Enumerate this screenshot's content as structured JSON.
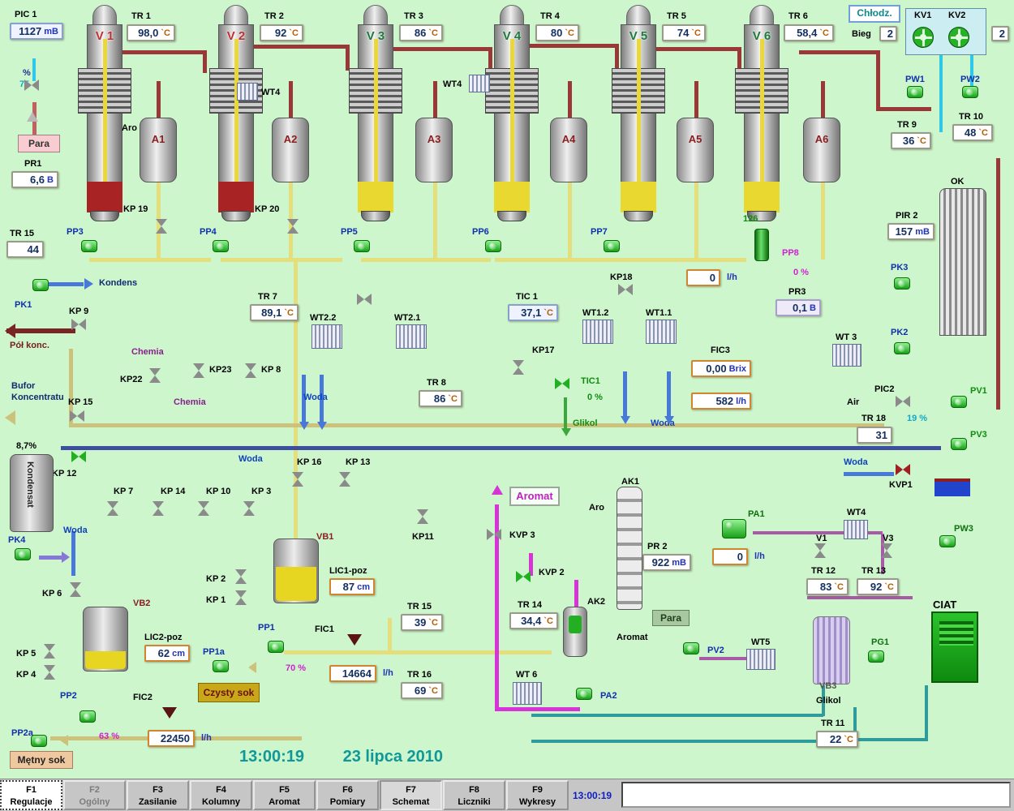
{
  "columns": [
    {
      "id": "V 1",
      "tr_label": "TR 1",
      "tr_value": "98,0",
      "tr_unit": "`C"
    },
    {
      "id": "V 2",
      "tr_label": "TR 2",
      "tr_value": "92",
      "tr_unit": "`C"
    },
    {
      "id": "V 3",
      "tr_label": "TR 3",
      "tr_value": "86",
      "tr_unit": "`C"
    },
    {
      "id": "V 4",
      "tr_label": "TR 4",
      "tr_value": "80",
      "tr_unit": "`C"
    },
    {
      "id": "V 5",
      "tr_label": "TR 5",
      "tr_value": "74",
      "tr_unit": "`C"
    },
    {
      "id": "V 6",
      "tr_label": "TR 6",
      "tr_value": "58,4",
      "tr_unit": "`C"
    }
  ],
  "separators": [
    {
      "id": "A1"
    },
    {
      "id": "A2"
    },
    {
      "id": "A3"
    },
    {
      "id": "A4"
    },
    {
      "id": "A5"
    },
    {
      "id": "A6"
    }
  ],
  "pumps": [
    {
      "id": "PP3"
    },
    {
      "id": "PP4"
    },
    {
      "id": "PP5"
    },
    {
      "id": "PP6"
    },
    {
      "id": "PP7"
    },
    {
      "id": "PP8"
    },
    {
      "id": "PK1"
    },
    {
      "id": "PK2"
    },
    {
      "id": "PK3"
    },
    {
      "id": "PK4"
    },
    {
      "id": "PP1"
    },
    {
      "id": "PP1a"
    },
    {
      "id": "PP2"
    },
    {
      "id": "PP2a"
    },
    {
      "id": "PA1"
    },
    {
      "id": "PA2"
    },
    {
      "id": "PV1"
    },
    {
      "id": "PV2"
    },
    {
      "id": "PV3"
    },
    {
      "id": "PW1"
    },
    {
      "id": "PW2"
    },
    {
      "id": "PW3"
    },
    {
      "id": "PG1"
    }
  ],
  "valves": [
    {
      "id": "KP  19"
    },
    {
      "id": "KP  20"
    },
    {
      "id": "KP 9"
    },
    {
      "id": "KP 15"
    },
    {
      "id": "KP 12"
    },
    {
      "id": "KP 7"
    },
    {
      "id": "KP 14"
    },
    {
      "id": "KP 10"
    },
    {
      "id": "KP 3"
    },
    {
      "id": "KP 16"
    },
    {
      "id": "KP 13"
    },
    {
      "id": "KP11"
    },
    {
      "id": "KP 6"
    },
    {
      "id": "KP 2"
    },
    {
      "id": "KP 1"
    },
    {
      "id": "KP 5"
    },
    {
      "id": "KP 4"
    },
    {
      "id": "KP22"
    },
    {
      "id": "KP23"
    },
    {
      "id": "KP 8"
    },
    {
      "id": "KP17"
    },
    {
      "id": "KP18"
    },
    {
      "id": "KVP1"
    },
    {
      "id": "KVP 2"
    },
    {
      "id": "KVP 3"
    }
  ],
  "exchangers": {
    "wt4a": "WT4",
    "wt4b": "WT4",
    "wt22": "WT2.2",
    "wt21": "WT2.1",
    "wt12": "WT1.2",
    "wt11": "WT1.1",
    "wt3": "WT 3",
    "wt4c": "WT4",
    "wt5": "WT5",
    "wt6": "WT 6"
  },
  "instruments": {
    "pic1": {
      "label": "PIC 1",
      "value": "1127",
      "unit": "mB"
    },
    "pr1": {
      "label": "PR1",
      "value": "6,6",
      "unit": "B"
    },
    "tr15a": {
      "label": "TR 15",
      "value": "44"
    },
    "tr7": {
      "label": "TR 7",
      "value": "89,1",
      "unit": "`C"
    },
    "tic1": {
      "label": "TIC 1",
      "value": "37,1",
      "unit": "`C"
    },
    "tr8": {
      "label": "TR 8",
      "value": "86",
      "unit": "`C"
    },
    "fic3": {
      "label": "FIC3",
      "value1": "0,00",
      "unit1": "Brix",
      "value2": "582",
      "unit2": "l/h"
    },
    "tic1v": {
      "label": "TIC1",
      "pct": "0 %"
    },
    "pr3": {
      "label": "PR3",
      "value": "0,1",
      "unit": "B"
    },
    "pir2": {
      "label": "PIR 2",
      "value": "157",
      "unit": "mB"
    },
    "tr9": {
      "label": "TR 9",
      "value": "36",
      "unit": "`C"
    },
    "tr10": {
      "label": "TR 10",
      "value": "48",
      "unit": "`C"
    },
    "tr18": {
      "label": "TR 18",
      "value": "31"
    },
    "pic2": {
      "label": "PIC2",
      "air": "Air",
      "pct": "19 %"
    },
    "lic1": {
      "label": "LIC1-poz",
      "value": "87",
      "unit": "cm"
    },
    "lic2": {
      "label": "LIC2-poz",
      "value": "62",
      "unit": "cm"
    },
    "fic1": {
      "label": "FIC1",
      "value": "14664",
      "unit": "l/h",
      "pct": "70 %"
    },
    "fic2": {
      "label": "FIC2",
      "value": "22450",
      "unit": "l/h",
      "pct": "63 %"
    },
    "tr15b": {
      "label": "TR 15",
      "value": "39",
      "unit": "`C"
    },
    "tr16": {
      "label": "TR 16",
      "value": "69",
      "unit": "`C"
    },
    "tr14": {
      "label": "TR 14",
      "value": "34,4",
      "unit": "`C"
    },
    "pr2": {
      "label": "PR 2",
      "value": "922",
      "unit": "mB"
    },
    "pa1flow": {
      "value": "0",
      "unit": "l/h"
    },
    "kp18flow": {
      "value": "0",
      "unit": "l/h"
    },
    "tr12": {
      "label": "TR 12",
      "value": "83",
      "unit": "`C"
    },
    "tr13": {
      "label": "TR 13",
      "value": "92",
      "unit": "`C"
    },
    "tr11": {
      "label": "TR 11",
      "value": "22",
      "unit": "`C"
    },
    "bieg": {
      "label": "Bieg",
      "value": "2"
    },
    "right2": "2",
    "chlodz": "Chłodz.",
    "pct75": {
      "sym": "%",
      "value": "75"
    },
    "pct87": "8,7%",
    "pp8": {
      "pct": "0 %",
      "n": "126"
    }
  },
  "texts": {
    "para": "Para",
    "para2": "Para",
    "aro": "Aro",
    "aro2": "Aro",
    "kondens": "Kondens",
    "polkonc": "Pół  konc.",
    "bufor_l1": "Bufor",
    "bufor_l2": "Koncentratu",
    "kondensat": "Kondensat",
    "woda": "Woda",
    "glikol": "Glikol",
    "glikol2": "Glikol",
    "chemia": "Chemia",
    "metny": "Mętny sok",
    "czysty": "Czysty sok",
    "aromat_box": "Aromat",
    "aromat2": "Aromat",
    "ak1": "AK1",
    "ak2": "AK2",
    "ciat": "CIAT",
    "vb1": "VB1",
    "vb2": "VB2",
    "vb3": "VB3",
    "ok": "OK",
    "kv1": "KV1",
    "kv2": "KV2",
    "v1s": "V1",
    "v3s": "V3"
  },
  "clock": {
    "time": "13:00:19",
    "date": "23 lipca 2010",
    "toolbar_time": "13:00:19"
  },
  "status_bar": "",
  "toolbar": {
    "buttons": [
      {
        "key": "F1",
        "label": "Regulacje"
      },
      {
        "key": "F2",
        "label": "Ogólny"
      },
      {
        "key": "F3",
        "label": "Zasilanie"
      },
      {
        "key": "F4",
        "label": "Kolumny"
      },
      {
        "key": "F5",
        "label": "Aromat"
      },
      {
        "key": "F6",
        "label": "Pomiary"
      },
      {
        "key": "F7",
        "label": "Schemat"
      },
      {
        "key": "F8",
        "label": "Liczniki"
      },
      {
        "key": "F9",
        "label": "Wykresy"
      }
    ]
  }
}
